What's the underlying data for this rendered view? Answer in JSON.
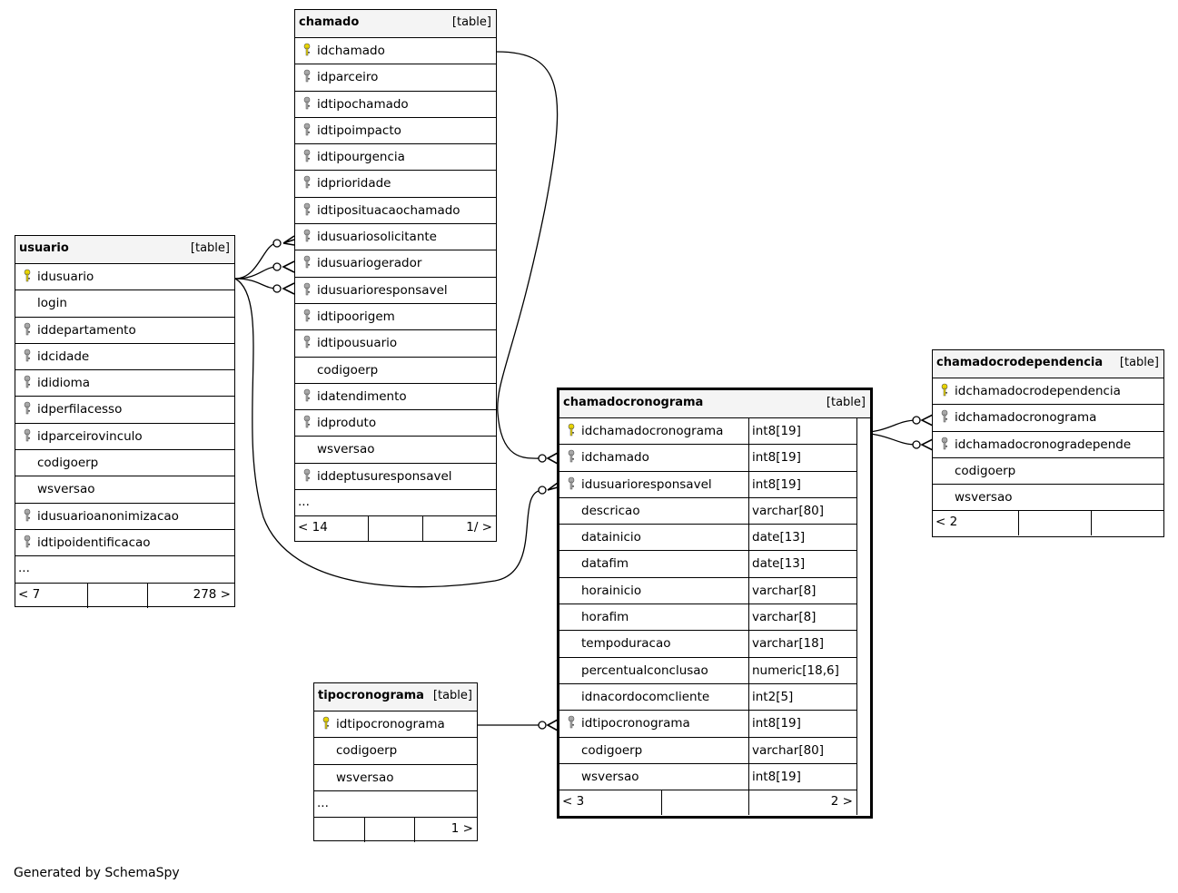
{
  "tables": {
    "usuario": {
      "name": "usuario",
      "type": "[table]",
      "columns": [
        {
          "name": "idusuario",
          "key": "pk"
        },
        {
          "name": "login",
          "key": ""
        },
        {
          "name": "iddepartamento",
          "key": "fk"
        },
        {
          "name": "idcidade",
          "key": "fk"
        },
        {
          "name": "ididioma",
          "key": "fk"
        },
        {
          "name": "idperfilacesso",
          "key": "fk"
        },
        {
          "name": "idparceirovinculo",
          "key": "fk"
        },
        {
          "name": "codigoerp",
          "key": ""
        },
        {
          "name": "wsversao",
          "key": ""
        },
        {
          "name": "idusuarioanonimizacao",
          "key": "fk"
        },
        {
          "name": "idtipoidentificacao",
          "key": "fk"
        }
      ],
      "more": "...",
      "footer": {
        "left": "< 7",
        "right": "278 >"
      }
    },
    "chamado": {
      "name": "chamado",
      "type": "[table]",
      "columns": [
        {
          "name": "idchamado",
          "key": "pk"
        },
        {
          "name": "idparceiro",
          "key": "fk"
        },
        {
          "name": "idtipochamado",
          "key": "fk"
        },
        {
          "name": "idtipoimpacto",
          "key": "fk"
        },
        {
          "name": "idtipourgencia",
          "key": "fk"
        },
        {
          "name": "idprioridade",
          "key": "fk"
        },
        {
          "name": "idtiposituacaochamado",
          "key": "fk"
        },
        {
          "name": "idusuariosolicitante",
          "key": "fk"
        },
        {
          "name": "idusuariogerador",
          "key": "fk"
        },
        {
          "name": "idusuarioresponsavel",
          "key": "fk"
        },
        {
          "name": "idtipoorigem",
          "key": "fk"
        },
        {
          "name": "idtipousuario",
          "key": "fk"
        },
        {
          "name": "codigoerp",
          "key": ""
        },
        {
          "name": "idatendimento",
          "key": "fk"
        },
        {
          "name": "idproduto",
          "key": "fk"
        },
        {
          "name": "wsversao",
          "key": ""
        },
        {
          "name": "iddeptusuresponsavel",
          "key": "fk"
        }
      ],
      "more": "...",
      "footer": {
        "left": "< 14",
        "right": "1/ >"
      }
    },
    "tipocronograma": {
      "name": "tipocronograma",
      "type": "[table]",
      "columns": [
        {
          "name": "idtipocronograma",
          "key": "pk"
        },
        {
          "name": "codigoerp",
          "key": ""
        },
        {
          "name": "wsversao",
          "key": ""
        }
      ],
      "more": "...",
      "footer": {
        "left": "",
        "right": "1 >"
      }
    },
    "chamadocronograma": {
      "name": "chamadocronograma",
      "type": "[table]",
      "columns": [
        {
          "name": "idchamadocronograma",
          "key": "pk",
          "type": "int8[19]"
        },
        {
          "name": "idchamado",
          "key": "fk",
          "type": "int8[19]"
        },
        {
          "name": "idusuarioresponsavel",
          "key": "fk",
          "type": "int8[19]"
        },
        {
          "name": "descricao",
          "key": "",
          "type": "varchar[80]"
        },
        {
          "name": "datainicio",
          "key": "",
          "type": "date[13]"
        },
        {
          "name": "datafim",
          "key": "",
          "type": "date[13]"
        },
        {
          "name": "horainicio",
          "key": "",
          "type": "varchar[8]"
        },
        {
          "name": "horafim",
          "key": "",
          "type": "varchar[8]"
        },
        {
          "name": "tempoduracao",
          "key": "",
          "type": "varchar[18]"
        },
        {
          "name": "percentualconclusao",
          "key": "",
          "type": "numeric[18,6]"
        },
        {
          "name": "idnacordocomcliente",
          "key": "",
          "type": "int2[5]"
        },
        {
          "name": "idtipocronograma",
          "key": "fk",
          "type": "int8[19]"
        },
        {
          "name": "codigoerp",
          "key": "",
          "type": "varchar[80]"
        },
        {
          "name": "wsversao",
          "key": "",
          "type": "int8[19]"
        }
      ],
      "footer": {
        "left": "< 3",
        "right": "2 >"
      }
    },
    "chamadocrodependencia": {
      "name": "chamadocrodependencia",
      "type": "[table]",
      "columns": [
        {
          "name": "idchamadocrodependencia",
          "key": "pk"
        },
        {
          "name": "idchamadocronograma",
          "key": "fk"
        },
        {
          "name": "idchamadocronogradepende",
          "key": "fk"
        },
        {
          "name": "codigoerp",
          "key": ""
        },
        {
          "name": "wsversao",
          "key": ""
        }
      ],
      "footer": {
        "left": "< 2",
        "right": ""
      }
    }
  },
  "colors": {
    "pk_key": "#e8d400",
    "fk_key": "#a8a8a8",
    "header_bg": "#f4f4f4",
    "line": "#000000"
  },
  "caption": "Generated by SchemaSpy"
}
